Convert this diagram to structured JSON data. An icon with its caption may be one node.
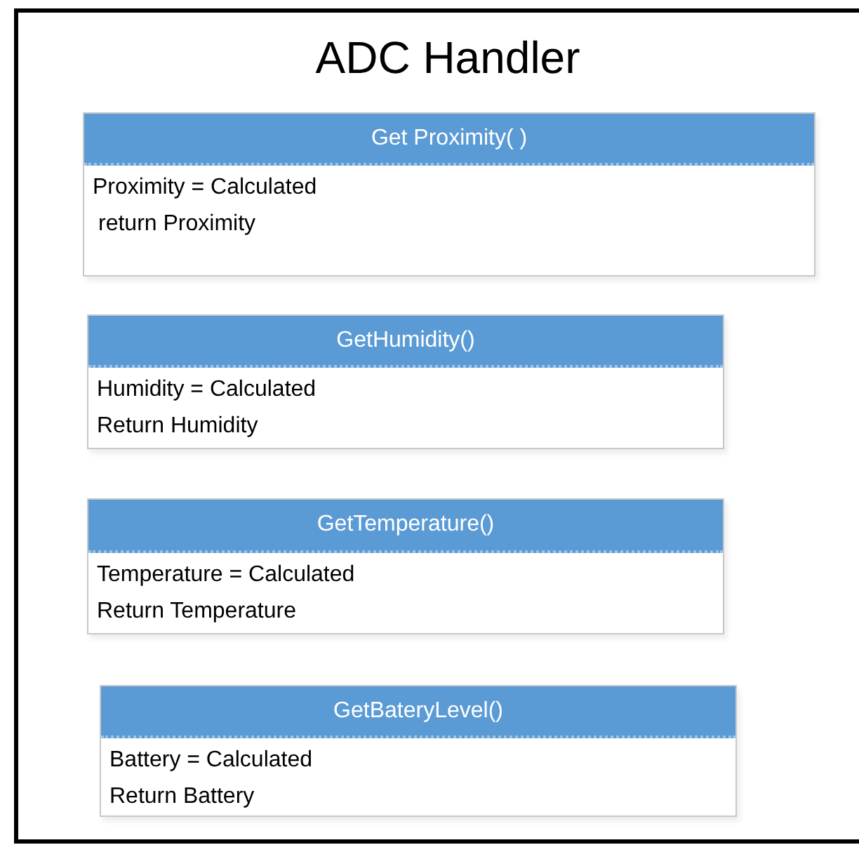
{
  "diagram": {
    "nodes": [
      {
        "text": [
          "ADC Handler"
        ]
      },
      {
        "text": [
          "Get Proximity( )",
          "Proximity = Calculated",
          "return Proximity"
        ],
        "in": 0
      },
      {
        "text": [
          "GetHumidity()",
          "Humidity = Calculated",
          "Return Humidity"
        ],
        "in": 0
      },
      {
        "text": [
          "GetTemperature()",
          "Temperature = Calculated",
          "Return Temperature"
        ],
        "in": 0
      },
      {
        "text": [
          "GetBateryLevel()",
          "Battery = Calculated",
          "Return Battery"
        ],
        "in": 0
      }
    ]
  }
}
